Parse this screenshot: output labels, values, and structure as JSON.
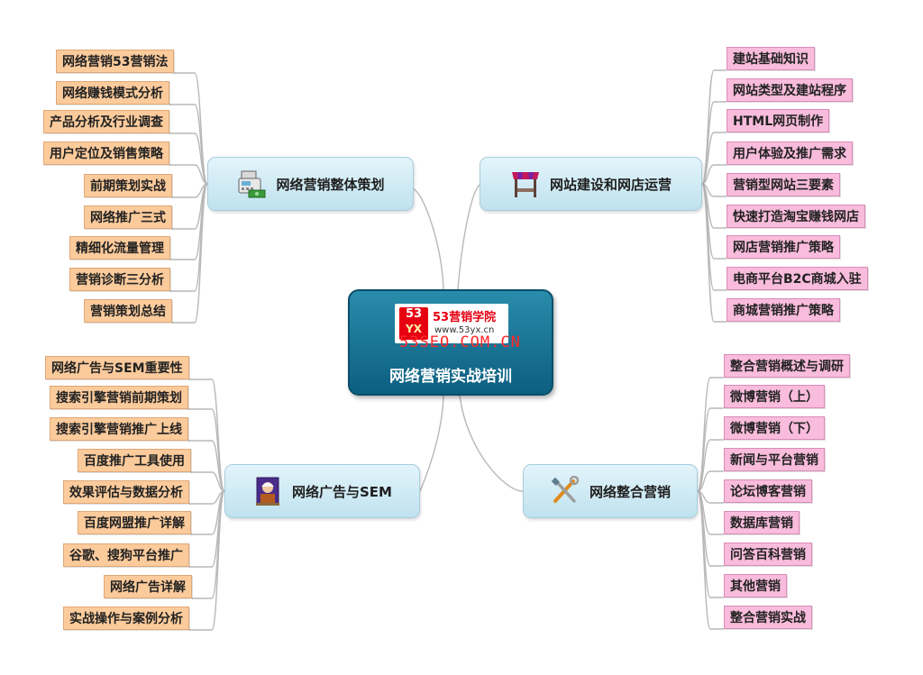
{
  "colors": {
    "orange_leaf": "#fccb9c",
    "pink_leaf": "#f9bcdc",
    "branch": "#cdeaf3",
    "central": "#1a7596",
    "connector": "#b8b8b8"
  },
  "central": {
    "title": "网络营销实战培训",
    "logo": {
      "badge_top": "53",
      "badge_bottom": "YX",
      "name": "53营销学院",
      "url": "www.53yx.cn"
    },
    "watermark": "53SEO.COM.CN"
  },
  "branches": {
    "top_left": {
      "label": "网络营销整体策划",
      "icon": "cash-register-icon",
      "items": [
        "网络营销53营销法",
        "网络赚钱模式分析",
        "产品分析及行业调查",
        "用户定位及销售策略",
        "前期策划实战",
        "网络推广三式",
        "精细化流量管理",
        "营销诊断三分析",
        "营销策划总结"
      ]
    },
    "top_right": {
      "label": "网站建设和网店运营",
      "icon": "market-stall-icon",
      "items": [
        "建站基础知识",
        "网站类型及建站程序",
        "HTML网页制作",
        "用户体验及推广需求",
        "营销型网站三要素",
        "快速打造淘宝赚钱网店",
        "网店营销推广策略",
        "电商平台B2C商城入驻",
        "商城营销推广策略"
      ]
    },
    "bottom_left": {
      "label": "网络广告与SEM",
      "icon": "worker-portrait-icon",
      "items": [
        "网络广告与SEM重要性",
        "搜索引擎营销前期策划",
        "搜索引擎营销推广上线",
        "百度推广工具使用",
        "效果评估与数据分析",
        "百度网盟推广详解",
        "谷歌、搜狗平台推广",
        "网络广告详解",
        "实战操作与案例分析"
      ]
    },
    "bottom_right": {
      "label": "网络整合营销",
      "icon": "tools-icon",
      "items": [
        "整合营销概述与调研",
        "微博营销（上）",
        "微博营销（下）",
        "新闻与平台营销",
        "论坛博客营销",
        "数据库营销",
        "问答百科营销",
        "其他营销",
        "整合营销实战"
      ]
    }
  }
}
